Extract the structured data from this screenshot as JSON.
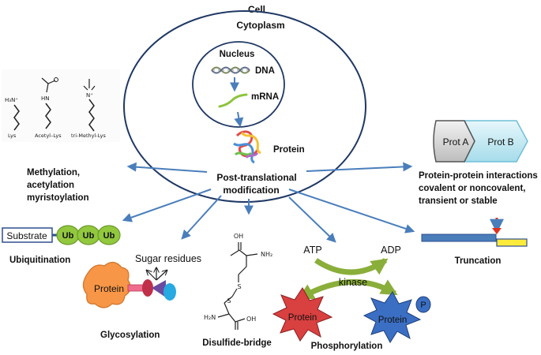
{
  "compartments": {
    "cell": "Cell",
    "cytoplasm": "Cytoplasm",
    "nucleus": "Nucleus"
  },
  "central": {
    "dna": "DNA",
    "mrna": "mRNA",
    "protein": "Protein",
    "ptm_line1": "Post-translational",
    "ptm_line2": "modification"
  },
  "methylation": {
    "lys": "Lys",
    "acetyl_lys": "Acetyl–Lys",
    "trimethyl_lys": "tri-Methyl-Lys",
    "h3n": "H₃N⁺",
    "hn": "HN",
    "nplus": "N⁺",
    "line1": "Methylation,",
    "line2": "acetylation",
    "line3": "myristoylation"
  },
  "ppi": {
    "prot_a": "Prot A",
    "prot_b": "Prot B",
    "line1": "Protein-protein interactions",
    "line2": "covalent or noncovalent,",
    "line3": "transient or stable"
  },
  "ubiquitination": {
    "substrate": "Substrate",
    "ub": "Ub",
    "label": "Ubiquitination"
  },
  "glycosylation": {
    "sugar_residues": "Sugar residues",
    "protein": "Protein",
    "label": "Glycosylation"
  },
  "disulfide": {
    "oh": "OH",
    "nh2": "NH₂",
    "h2n": "H₂N",
    "s": "S",
    "label": "Disulfide-bridge"
  },
  "phosphorylation": {
    "atp": "ATP",
    "adp": "ADP",
    "kinase": "kinase",
    "protein": "Protein",
    "p": "P",
    "label": "Phosphorylation"
  },
  "truncation": {
    "label": "Truncation"
  },
  "colors": {
    "arrow": "#4a7ebb",
    "cell_outline": "#1f3864",
    "ub_green": "#92c83e",
    "protein_orange": "#f79646",
    "red_star": "#d94040",
    "blue_star": "#3b6fc4",
    "kinase_arrow": "#8aae3a",
    "truncation_blue": "#4a7ebb",
    "truncation_yellow": "#ffeb3b",
    "prot_b_cyan": "#bfe8f3"
  }
}
